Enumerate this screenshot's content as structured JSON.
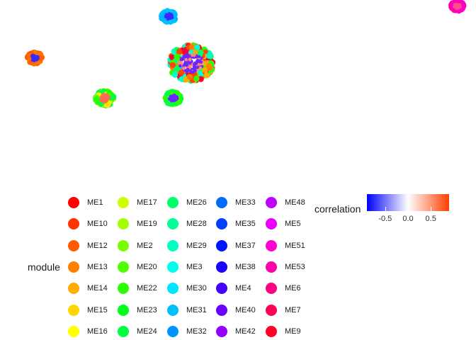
{
  "chart_data": {
    "type": "scatter",
    "title": "",
    "xlabel": "",
    "ylabel": "",
    "grid": false,
    "clusters": [
      {
        "x": 0.345,
        "y": 0.93,
        "ring": [
          "#00C3FF",
          "#00B4FF"
        ],
        "core": "#3B2BFF"
      },
      {
        "x": 0.046,
        "y": 0.695,
        "ring": [
          "#FF5A00",
          "#FF6A00",
          "#FF7A00"
        ],
        "core": "#3B2BFF"
      },
      {
        "x": 0.395,
        "y": 0.665,
        "ring": [
          "#FF0033",
          "#FF4400",
          "#2BFF00",
          "#00FF6A",
          "#00FFD0",
          "#FFAE00",
          "#FF8000"
        ],
        "core": "#6A28FF",
        "accent": "#FF8A70"
      },
      {
        "x": 0.202,
        "y": 0.465,
        "ring": [
          "#00FF40",
          "#FFE500",
          "#2BFF00"
        ],
        "core": "#FF6A55"
      },
      {
        "x": 0.355,
        "y": 0.465,
        "ring": [
          "#2BFF00",
          "#00FF40"
        ],
        "core": "#6A28FF"
      },
      {
        "x": 0.99,
        "y": 0.99,
        "ring": [
          "#FF00C8",
          "#FF00AA"
        ],
        "core": "#FF4D8A"
      }
    ],
    "legend_module": {
      "title": "module",
      "items": [
        {
          "label": "ME1",
          "color": "#FF0000"
        },
        {
          "label": "ME10",
          "color": "#FF3300"
        },
        {
          "label": "ME12",
          "color": "#FF5A00"
        },
        {
          "label": "ME13",
          "color": "#FF8000"
        },
        {
          "label": "ME14",
          "color": "#FFAE00"
        },
        {
          "label": "ME15",
          "color": "#FFD700"
        },
        {
          "label": "ME16",
          "color": "#FFFF00"
        },
        {
          "label": "ME17",
          "color": "#CCFF00"
        },
        {
          "label": "ME19",
          "color": "#A3FF00"
        },
        {
          "label": "ME2",
          "color": "#7AFF00"
        },
        {
          "label": "ME20",
          "color": "#52FF00"
        },
        {
          "label": "ME22",
          "color": "#2BFF00"
        },
        {
          "label": "ME23",
          "color": "#00FF1A"
        },
        {
          "label": "ME24",
          "color": "#00FF40"
        },
        {
          "label": "ME26",
          "color": "#00FF6A"
        },
        {
          "label": "ME28",
          "color": "#00FF94"
        },
        {
          "label": "ME29",
          "color": "#00FFC0"
        },
        {
          "label": "ME3",
          "color": "#00FFEA"
        },
        {
          "label": "ME30",
          "color": "#00E5FF"
        },
        {
          "label": "ME31",
          "color": "#00BFFF"
        },
        {
          "label": "ME32",
          "color": "#0094FF"
        },
        {
          "label": "ME33",
          "color": "#006AFF"
        },
        {
          "label": "ME35",
          "color": "#0040FF"
        },
        {
          "label": "ME37",
          "color": "#0015FF"
        },
        {
          "label": "ME38",
          "color": "#1A00FF"
        },
        {
          "label": "ME4",
          "color": "#4400FF"
        },
        {
          "label": "ME40",
          "color": "#6A00FF"
        },
        {
          "label": "ME42",
          "color": "#9400FF"
        },
        {
          "label": "ME48",
          "color": "#C000FF"
        },
        {
          "label": "ME5",
          "color": "#EA00FF"
        },
        {
          "label": "ME51",
          "color": "#FF00D4"
        },
        {
          "label": "ME53",
          "color": "#FF00AA"
        },
        {
          "label": "ME6",
          "color": "#FF0080"
        },
        {
          "label": "ME7",
          "color": "#FF0055"
        },
        {
          "label": "ME9",
          "color": "#FF002B"
        }
      ]
    },
    "legend_correlation": {
      "title": "correlation",
      "range": [
        -0.9,
        0.9
      ],
      "ticks": [
        {
          "value": -0.5,
          "label": "-0.5"
        },
        {
          "value": 0.0,
          "label": "0.0"
        },
        {
          "value": 0.5,
          "label": "0.5"
        }
      ],
      "colors": {
        "low": "#0000FF",
        "mid": "#FFFFFF",
        "high": "#FF4000"
      }
    }
  }
}
